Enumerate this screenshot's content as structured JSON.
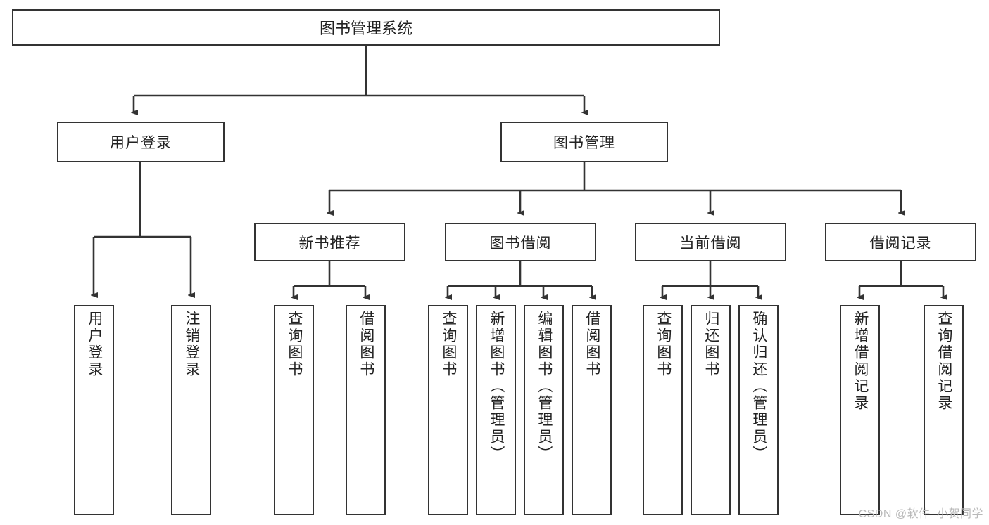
{
  "diagram": {
    "type": "hierarchy-tree",
    "title": "图书管理系统",
    "root": {
      "id": "root",
      "label": "图书管理系统"
    },
    "level2": [
      {
        "id": "user-login",
        "label": "用户登录"
      },
      {
        "id": "book-manage",
        "label": "图书管理"
      }
    ],
    "level3": [
      {
        "id": "new-book-recommend",
        "label": "新书推荐",
        "parent": "book-manage"
      },
      {
        "id": "book-borrow",
        "label": "图书借阅",
        "parent": "book-manage"
      },
      {
        "id": "current-borrow",
        "label": "当前借阅",
        "parent": "book-manage"
      },
      {
        "id": "borrow-record",
        "label": "借阅记录",
        "parent": "book-manage"
      }
    ],
    "leaves": [
      {
        "id": "leaf-user-login",
        "label": "用户登录",
        "parent": "user-login"
      },
      {
        "id": "leaf-logout",
        "label": "注销登录",
        "parent": "user-login"
      },
      {
        "id": "leaf-query-book-1",
        "label": "查询图书",
        "parent": "new-book-recommend"
      },
      {
        "id": "leaf-borrow-book-1",
        "label": "借阅图书",
        "parent": "new-book-recommend"
      },
      {
        "id": "leaf-query-book-2",
        "label": "查询图书",
        "parent": "book-borrow"
      },
      {
        "id": "leaf-add-book",
        "label": "新增图书（管理员）",
        "parent": "book-borrow"
      },
      {
        "id": "leaf-edit-book",
        "label": "编辑图书（管理员）",
        "parent": "book-borrow"
      },
      {
        "id": "leaf-borrow-book-2",
        "label": "借阅图书",
        "parent": "book-borrow"
      },
      {
        "id": "leaf-query-book-3",
        "label": "查询图书",
        "parent": "current-borrow"
      },
      {
        "id": "leaf-return-book",
        "label": "归还图书",
        "parent": "current-borrow"
      },
      {
        "id": "leaf-confirm-return",
        "label": "确认归还（管理员）",
        "parent": "current-borrow"
      },
      {
        "id": "leaf-add-record",
        "label": "新增借阅记录",
        "parent": "borrow-record"
      },
      {
        "id": "leaf-query-record",
        "label": "查询借阅记录",
        "parent": "borrow-record"
      }
    ]
  },
  "watermark": {
    "text": "CSDN @软件_小贺同学"
  },
  "colors": {
    "stroke": "#333333",
    "text": "#222222",
    "background": "#ffffff",
    "watermark": "#b9b9b9"
  }
}
